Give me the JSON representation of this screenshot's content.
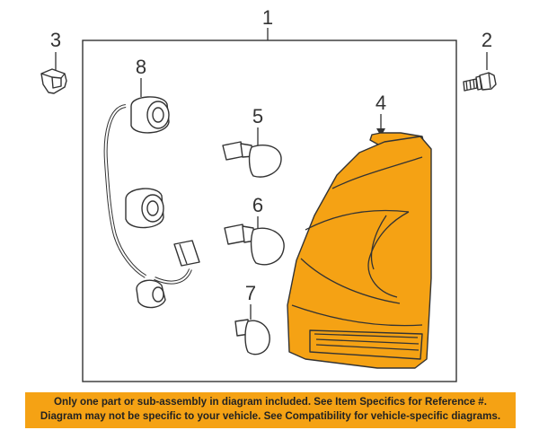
{
  "callouts": {
    "c1": "1",
    "c2": "2",
    "c3": "3",
    "c4": "4",
    "c5": "5",
    "c6": "6",
    "c7": "7",
    "c8": "8"
  },
  "disclaimer": {
    "line1": "Only one part or sub-assembly in diagram included. See Item Specifics for Reference #.",
    "line2": "Diagram may not be specific to your vehicle. See Compatibility for vehicle-specific diagrams."
  },
  "colors": {
    "lamp_fill": "#f5a214",
    "banner_fill": "#f5a214",
    "line": "#333333"
  }
}
